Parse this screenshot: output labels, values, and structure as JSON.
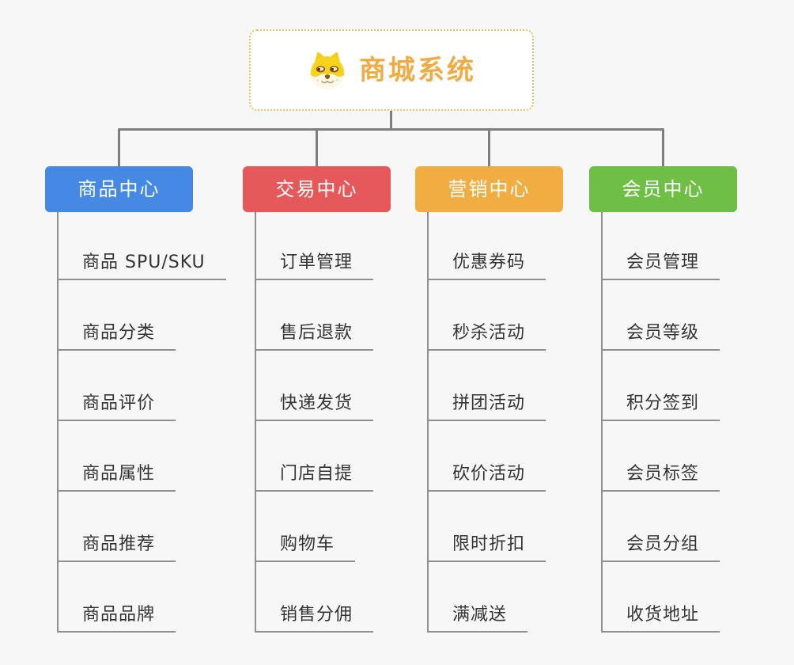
{
  "page": {
    "background": "#F7F7F7"
  },
  "root": {
    "title": "商城系统",
    "icon": "shiba-dog-icon",
    "text_color": "#EFAC44",
    "border_color": "#F2BE5C",
    "background": "#FFFFFF"
  },
  "connector_color": "#7F7F7F",
  "child_line_color": "#8F8F8F",
  "child_text_color": "#333333",
  "branches": [
    {
      "label": "商品中心",
      "color": "#4589E4",
      "items": [
        "商品 SPU/SKU",
        "商品分类",
        "商品评价",
        "商品属性",
        "商品推荐",
        "商品品牌"
      ]
    },
    {
      "label": "交易中心",
      "color": "#E5595B",
      "items": [
        "订单管理",
        "售后退款",
        "快递发货",
        "门店自提",
        "购物车",
        "销售分佣"
      ]
    },
    {
      "label": "营销中心",
      "color": "#EFAD42",
      "items": [
        "优惠券码",
        "秒杀活动",
        "拼团活动",
        "砍价活动",
        "限时折扣",
        "满减送"
      ]
    },
    {
      "label": "会员中心",
      "color": "#6FBE45",
      "items": [
        "会员管理",
        "会员等级",
        "积分签到",
        "会员标签",
        "会员分组",
        "收货地址"
      ]
    }
  ]
}
